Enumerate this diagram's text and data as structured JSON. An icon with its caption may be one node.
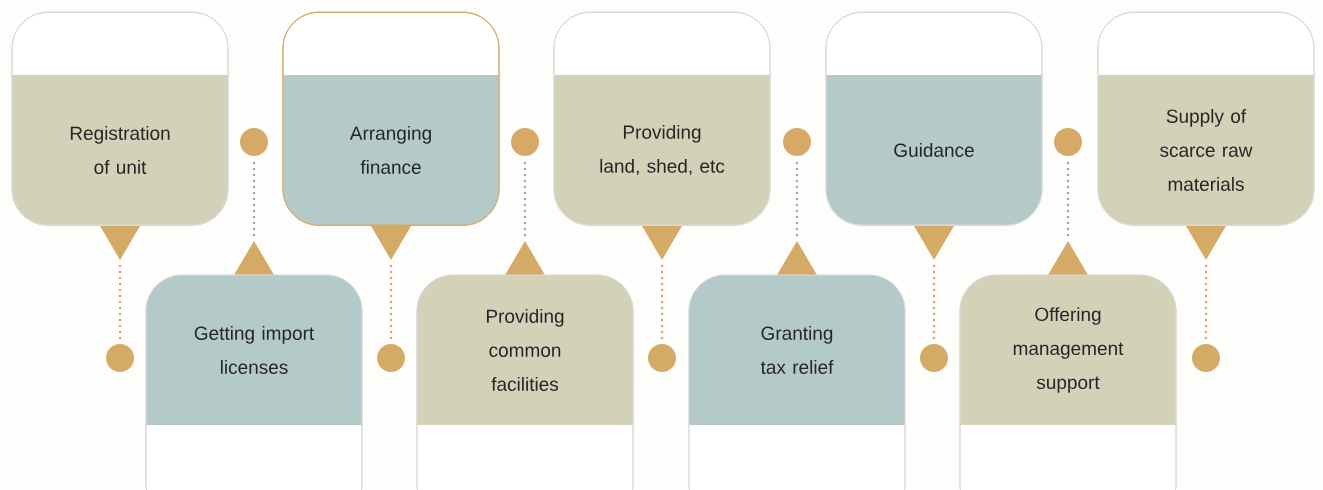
{
  "diagram": {
    "nodes": [
      {
        "text": [
          "Registration of unit"
        ]
      },
      {
        "text": [
          "Getting import licenses"
        ]
      },
      {
        "text": [
          "Arranging finance"
        ]
      },
      {
        "text": [
          "Providing common facilities"
        ]
      },
      {
        "text": [
          "Providing land, shed, etc"
        ]
      },
      {
        "text": [
          "Granting tax relief"
        ]
      },
      {
        "text": [
          "Guidance"
        ]
      },
      {
        "text": [
          "Offering management support"
        ]
      },
      {
        "text": [
          "Supply of scarce raw materials"
        ]
      },
      {
        "text": [],
        "shape": "circle"
      },
      {
        "text": [],
        "shape": "circle"
      },
      {
        "text": [],
        "shape": "circle"
      },
      {
        "text": [],
        "shape": "circle"
      },
      {
        "text": [],
        "shape": "circle"
      },
      {
        "text": [],
        "shape": "circle"
      },
      {
        "text": [],
        "shape": "circle"
      },
      {
        "text": [],
        "shape": "circle"
      },
      {
        "text": [],
        "shape": "circle"
      }
    ],
    "edges": [
      {
        "from": 0,
        "to": 9,
        "arrow": "none",
        "style": "dashed"
      },
      {
        "from": 1,
        "to": 10,
        "arrow": "none",
        "style": "dashed"
      },
      {
        "from": 2,
        "to": 11,
        "arrow": "none",
        "style": "dashed"
      },
      {
        "from": 3,
        "to": 12,
        "arrow": "none",
        "style": "dashed"
      },
      {
        "from": 4,
        "to": 13,
        "arrow": "none",
        "style": "dashed"
      },
      {
        "from": 5,
        "to": 14,
        "arrow": "none",
        "style": "dashed"
      },
      {
        "from": 6,
        "to": 15,
        "arrow": "none",
        "style": "dashed"
      },
      {
        "from": 7,
        "to": 16,
        "arrow": "none",
        "style": "dashed"
      },
      {
        "from": 8,
        "to": 17,
        "arrow": "none",
        "style": "dashed"
      }
    ]
  }
}
